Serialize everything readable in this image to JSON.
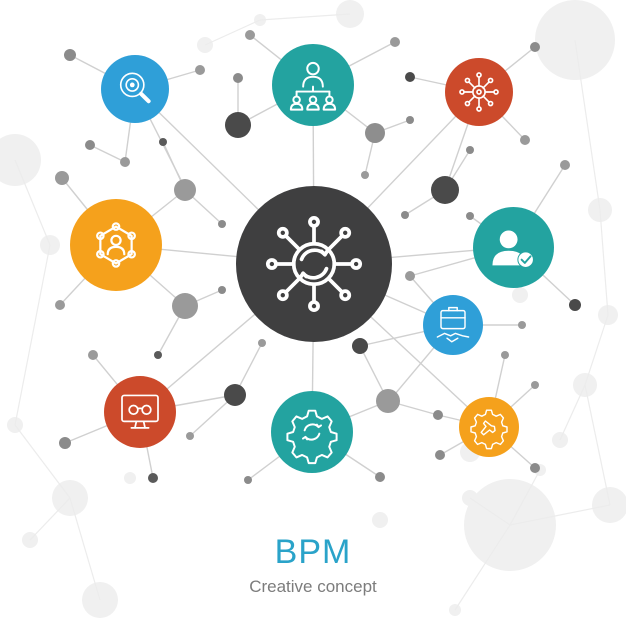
{
  "title": "BPM",
  "subtitle": "Creative concept",
  "colors": {
    "center": "#3f3f40",
    "teal": "#23a3a0",
    "blue": "#2f9fd8",
    "orange": "#f5a11c",
    "red": "#cc4a2b",
    "line": "#d0d0d0",
    "node": "#8b8b8b",
    "title": "#2aa3c9"
  },
  "hubs": [
    {
      "id": "center",
      "icon": "process-gear-network-icon",
      "color": "center"
    },
    {
      "id": "top",
      "icon": "organization-hierarchy-icon",
      "color": "teal"
    },
    {
      "id": "top-left",
      "icon": "magnifier-search-icon",
      "color": "blue"
    },
    {
      "id": "top-right",
      "icon": "network-gear-icon",
      "color": "red"
    },
    {
      "id": "left",
      "icon": "user-network-icon",
      "color": "orange"
    },
    {
      "id": "right",
      "icon": "user-check-icon",
      "color": "teal"
    },
    {
      "id": "right-small",
      "icon": "business-deal-icon",
      "color": "blue"
    },
    {
      "id": "bottom-left",
      "icon": "monitor-binoculars-icon",
      "color": "red"
    },
    {
      "id": "bottom",
      "icon": "gear-refresh-icon",
      "color": "teal"
    },
    {
      "id": "bottom-right",
      "icon": "gear-wrench-icon",
      "color": "orange"
    }
  ]
}
